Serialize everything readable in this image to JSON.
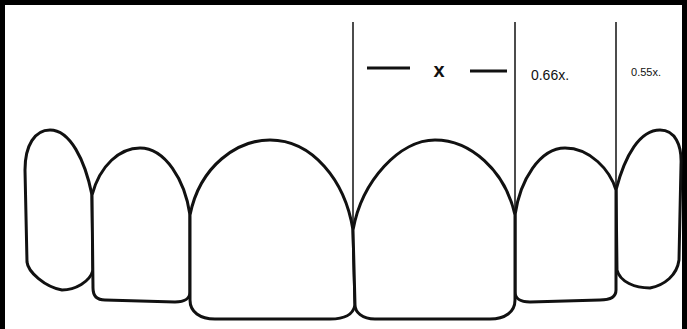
{
  "diagram": {
    "labels": [
      "x",
      "0.66x.",
      "0.55x."
    ]
  }
}
